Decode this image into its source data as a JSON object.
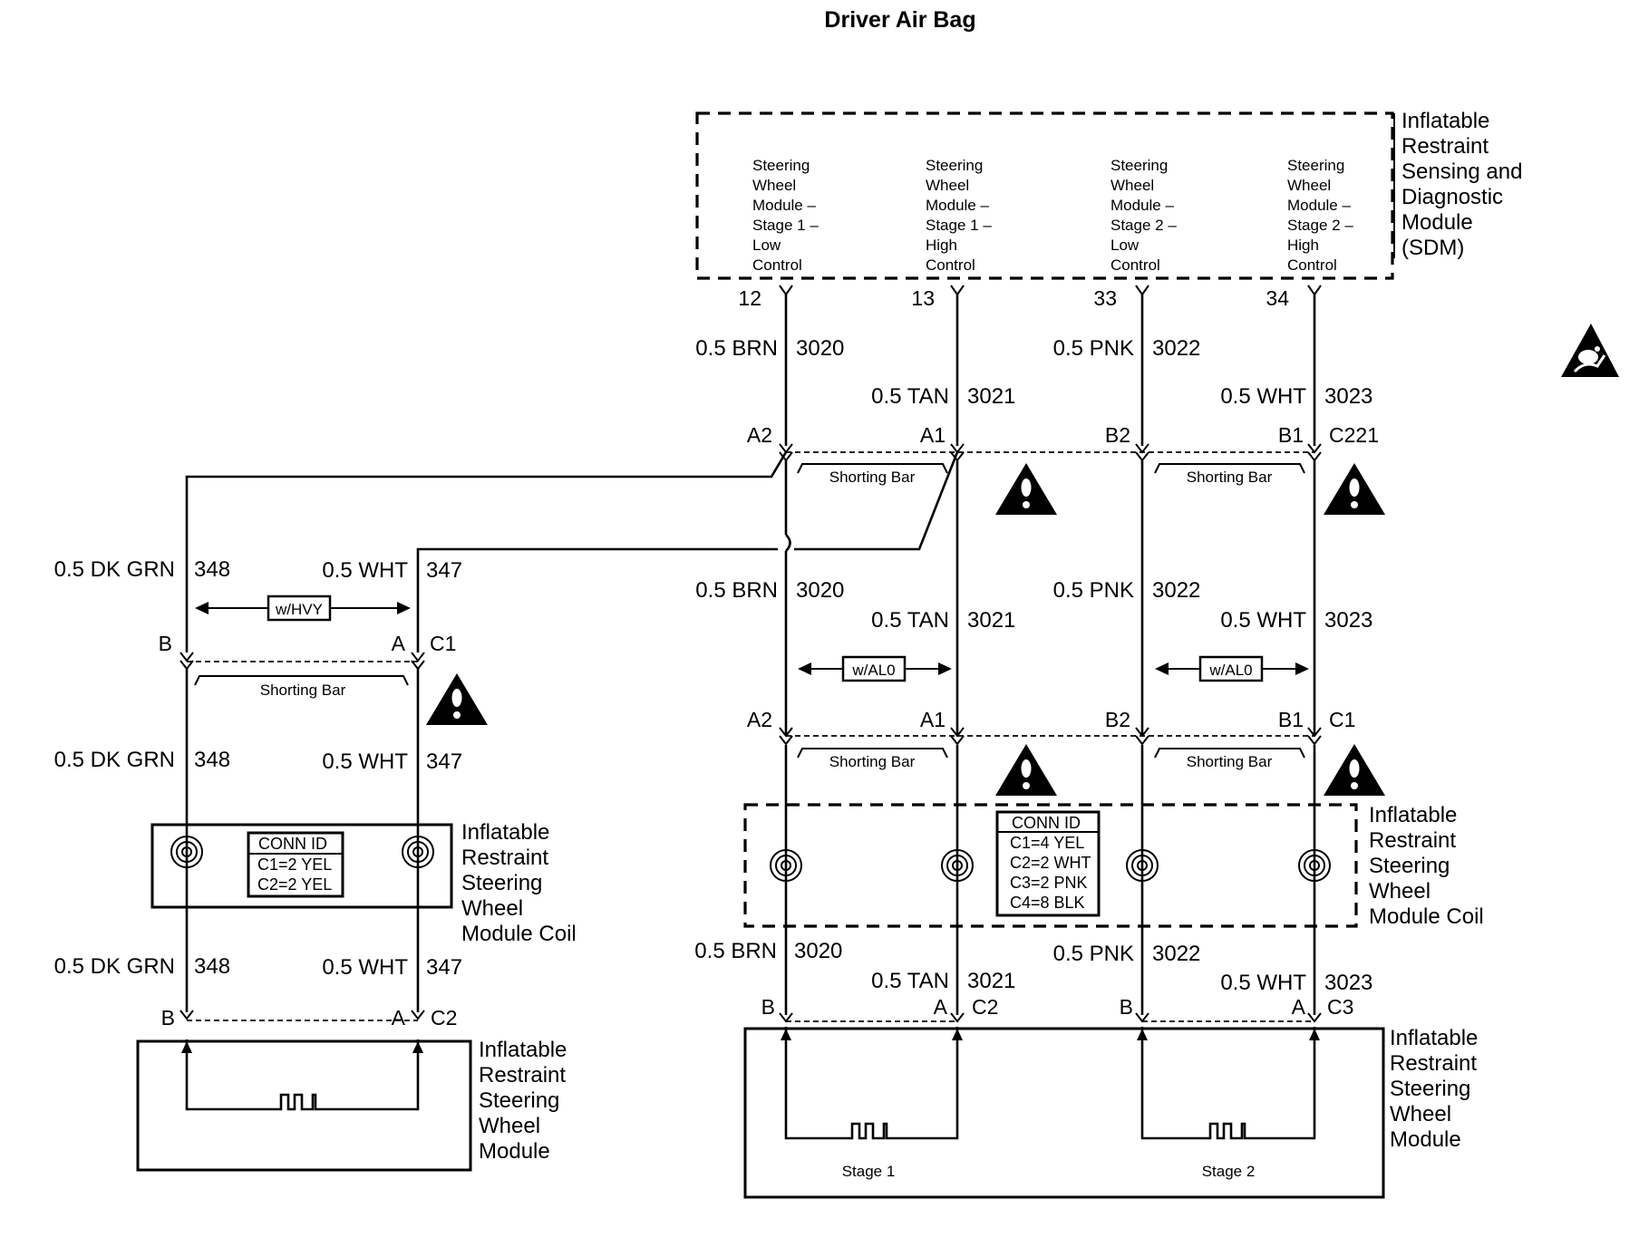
{
  "title": "Driver Air Bag",
  "sdm": {
    "label_lines": [
      "Inflatable",
      "Restraint",
      "Sensing and",
      "Diagnostic",
      "Module",
      "(SDM)"
    ],
    "circuits": [
      {
        "lines": [
          "Steering",
          "Wheel",
          "Module –",
          "Stage 1 –",
          "Low",
          "Control"
        ],
        "pin": "12"
      },
      {
        "lines": [
          "Steering",
          "Wheel",
          "Module –",
          "Stage 1 –",
          "High",
          "Control"
        ],
        "pin": "13"
      },
      {
        "lines": [
          "Steering",
          "Wheel",
          "Module –",
          "Stage 2 –",
          "Low",
          "Control"
        ],
        "pin": "33"
      },
      {
        "lines": [
          "Steering",
          "Wheel",
          "Module –",
          "Stage 2 –",
          "High",
          "Control"
        ],
        "pin": "34"
      }
    ]
  },
  "right_wires": {
    "row1": [
      {
        "color": "0.5 BRN",
        "num": "3020"
      },
      {
        "color": "0.5 TAN",
        "num": "3021"
      },
      {
        "color": "0.5 PNK",
        "num": "3022"
      },
      {
        "color": "0.5 WHT",
        "num": "3023"
      }
    ],
    "row2": [
      {
        "color": "0.5 BRN",
        "num": "3020"
      },
      {
        "color": "0.5 TAN",
        "num": "3021"
      },
      {
        "color": "0.5 PNK",
        "num": "3022"
      },
      {
        "color": "0.5 WHT",
        "num": "3023"
      }
    ],
    "row3": [
      {
        "color": "0.5 BRN",
        "num": "3020"
      },
      {
        "color": "0.5 TAN",
        "num": "3021"
      },
      {
        "color": "0.5 PNK",
        "num": "3022"
      },
      {
        "color": "0.5 WHT",
        "num": "3023"
      }
    ]
  },
  "c221": {
    "pins": [
      "A2",
      "A1",
      "B2",
      "B1"
    ],
    "name": "C221"
  },
  "right_c1": {
    "pins": [
      "A2",
      "A1",
      "B2",
      "B1"
    ],
    "name": "C1"
  },
  "right_c3": {
    "pins": [
      "B",
      "A",
      "B",
      "A"
    ],
    "left_name": "C2",
    "name": "C3"
  },
  "shorting_bar": "Shorting Bar",
  "options": {
    "hvy": "w/HVY",
    "al0": "w/AL0"
  },
  "left_wires": {
    "row1": [
      {
        "color": "0.5 DK GRN",
        "num": "348"
      },
      {
        "color": "0.5 WHT",
        "num": "347"
      }
    ],
    "row2": [
      {
        "color": "0.5 DK GRN",
        "num": "348"
      },
      {
        "color": "0.5 WHT",
        "num": "347"
      }
    ],
    "row3": [
      {
        "color": "0.5 DK GRN",
        "num": "348"
      },
      {
        "color": "0.5 WHT",
        "num": "347"
      }
    ]
  },
  "left_c1": {
    "pins": [
      "B",
      "A"
    ],
    "name": "C1"
  },
  "left_c2": {
    "pins": [
      "B",
      "A"
    ],
    "name": "C2"
  },
  "left_coil": {
    "conn_id": [
      "CONN ID",
      "C1=2 YEL",
      "C2=2 YEL"
    ],
    "label_lines": [
      "Inflatable",
      "Restraint",
      "Steering",
      "Wheel",
      "Module Coil"
    ]
  },
  "left_module": {
    "label_lines": [
      "Inflatable",
      "Restraint",
      "Steering",
      "Wheel",
      "Module"
    ]
  },
  "right_coil": {
    "conn_id": [
      "CONN ID",
      "C1=4 YEL",
      "C2=2 WHT",
      "C3=2 PNK",
      "C4=8 BLK"
    ],
    "label_lines": [
      "Inflatable",
      "Restraint",
      "Steering",
      "Wheel",
      "Module Coil"
    ]
  },
  "right_module": {
    "label_lines": [
      "Inflatable",
      "Restraint",
      "Steering",
      "Wheel",
      "Module"
    ],
    "stages": [
      "Stage 1",
      "Stage 2"
    ]
  },
  "icons": {
    "airbag": "airbag-symbol-icon",
    "caution": "caution-triangle-icon"
  }
}
